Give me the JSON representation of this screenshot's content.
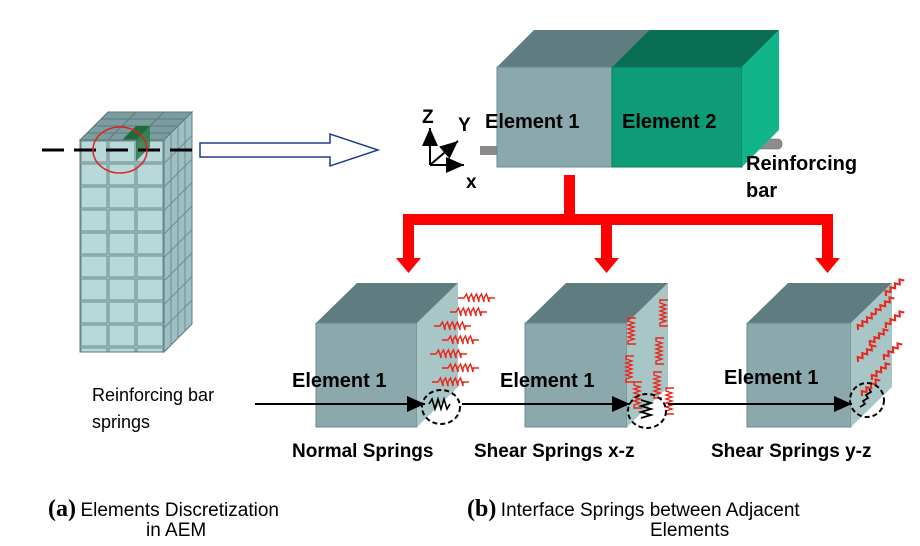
{
  "top_diagram": {
    "element1_label": "Element 1",
    "element2_label": "Element 2",
    "axis_z": "Z",
    "axis_y": "Y",
    "axis_x": "x",
    "reinforcing_bar_label_line1": "Reinforcing",
    "reinforcing_bar_label_line2": "bar"
  },
  "left_diagram": {
    "springs_label_line1": "Reinforcing bar",
    "springs_label_line2": "springs"
  },
  "spring_panels": [
    {
      "element_label": "Element 1",
      "caption": "Normal Springs"
    },
    {
      "element_label": "Element 1",
      "caption": "Shear Springs x-z"
    },
    {
      "element_label": "Element 1",
      "caption": "Shear Springs y-z"
    }
  ],
  "captions": {
    "a_letter": "(a)",
    "a_text_line1": "Elements Discretization",
    "a_text_line2": "in AEM",
    "b_letter": "(b)",
    "b_text_line1": "Interface Springs between Adjacent",
    "b_text_line2": "Elements"
  },
  "colors": {
    "cube_front": "#8ba9ad",
    "cube_top": "#5f7d80",
    "cube_side": "#a9c6c7",
    "element2_front": "#0e9c78",
    "element2_top": "#0a6e55",
    "element2_side": "#12b58a",
    "arrow_red": "#ff0000",
    "spring_red": "#e8261b",
    "outline_blue": "#1f3f8f"
  }
}
